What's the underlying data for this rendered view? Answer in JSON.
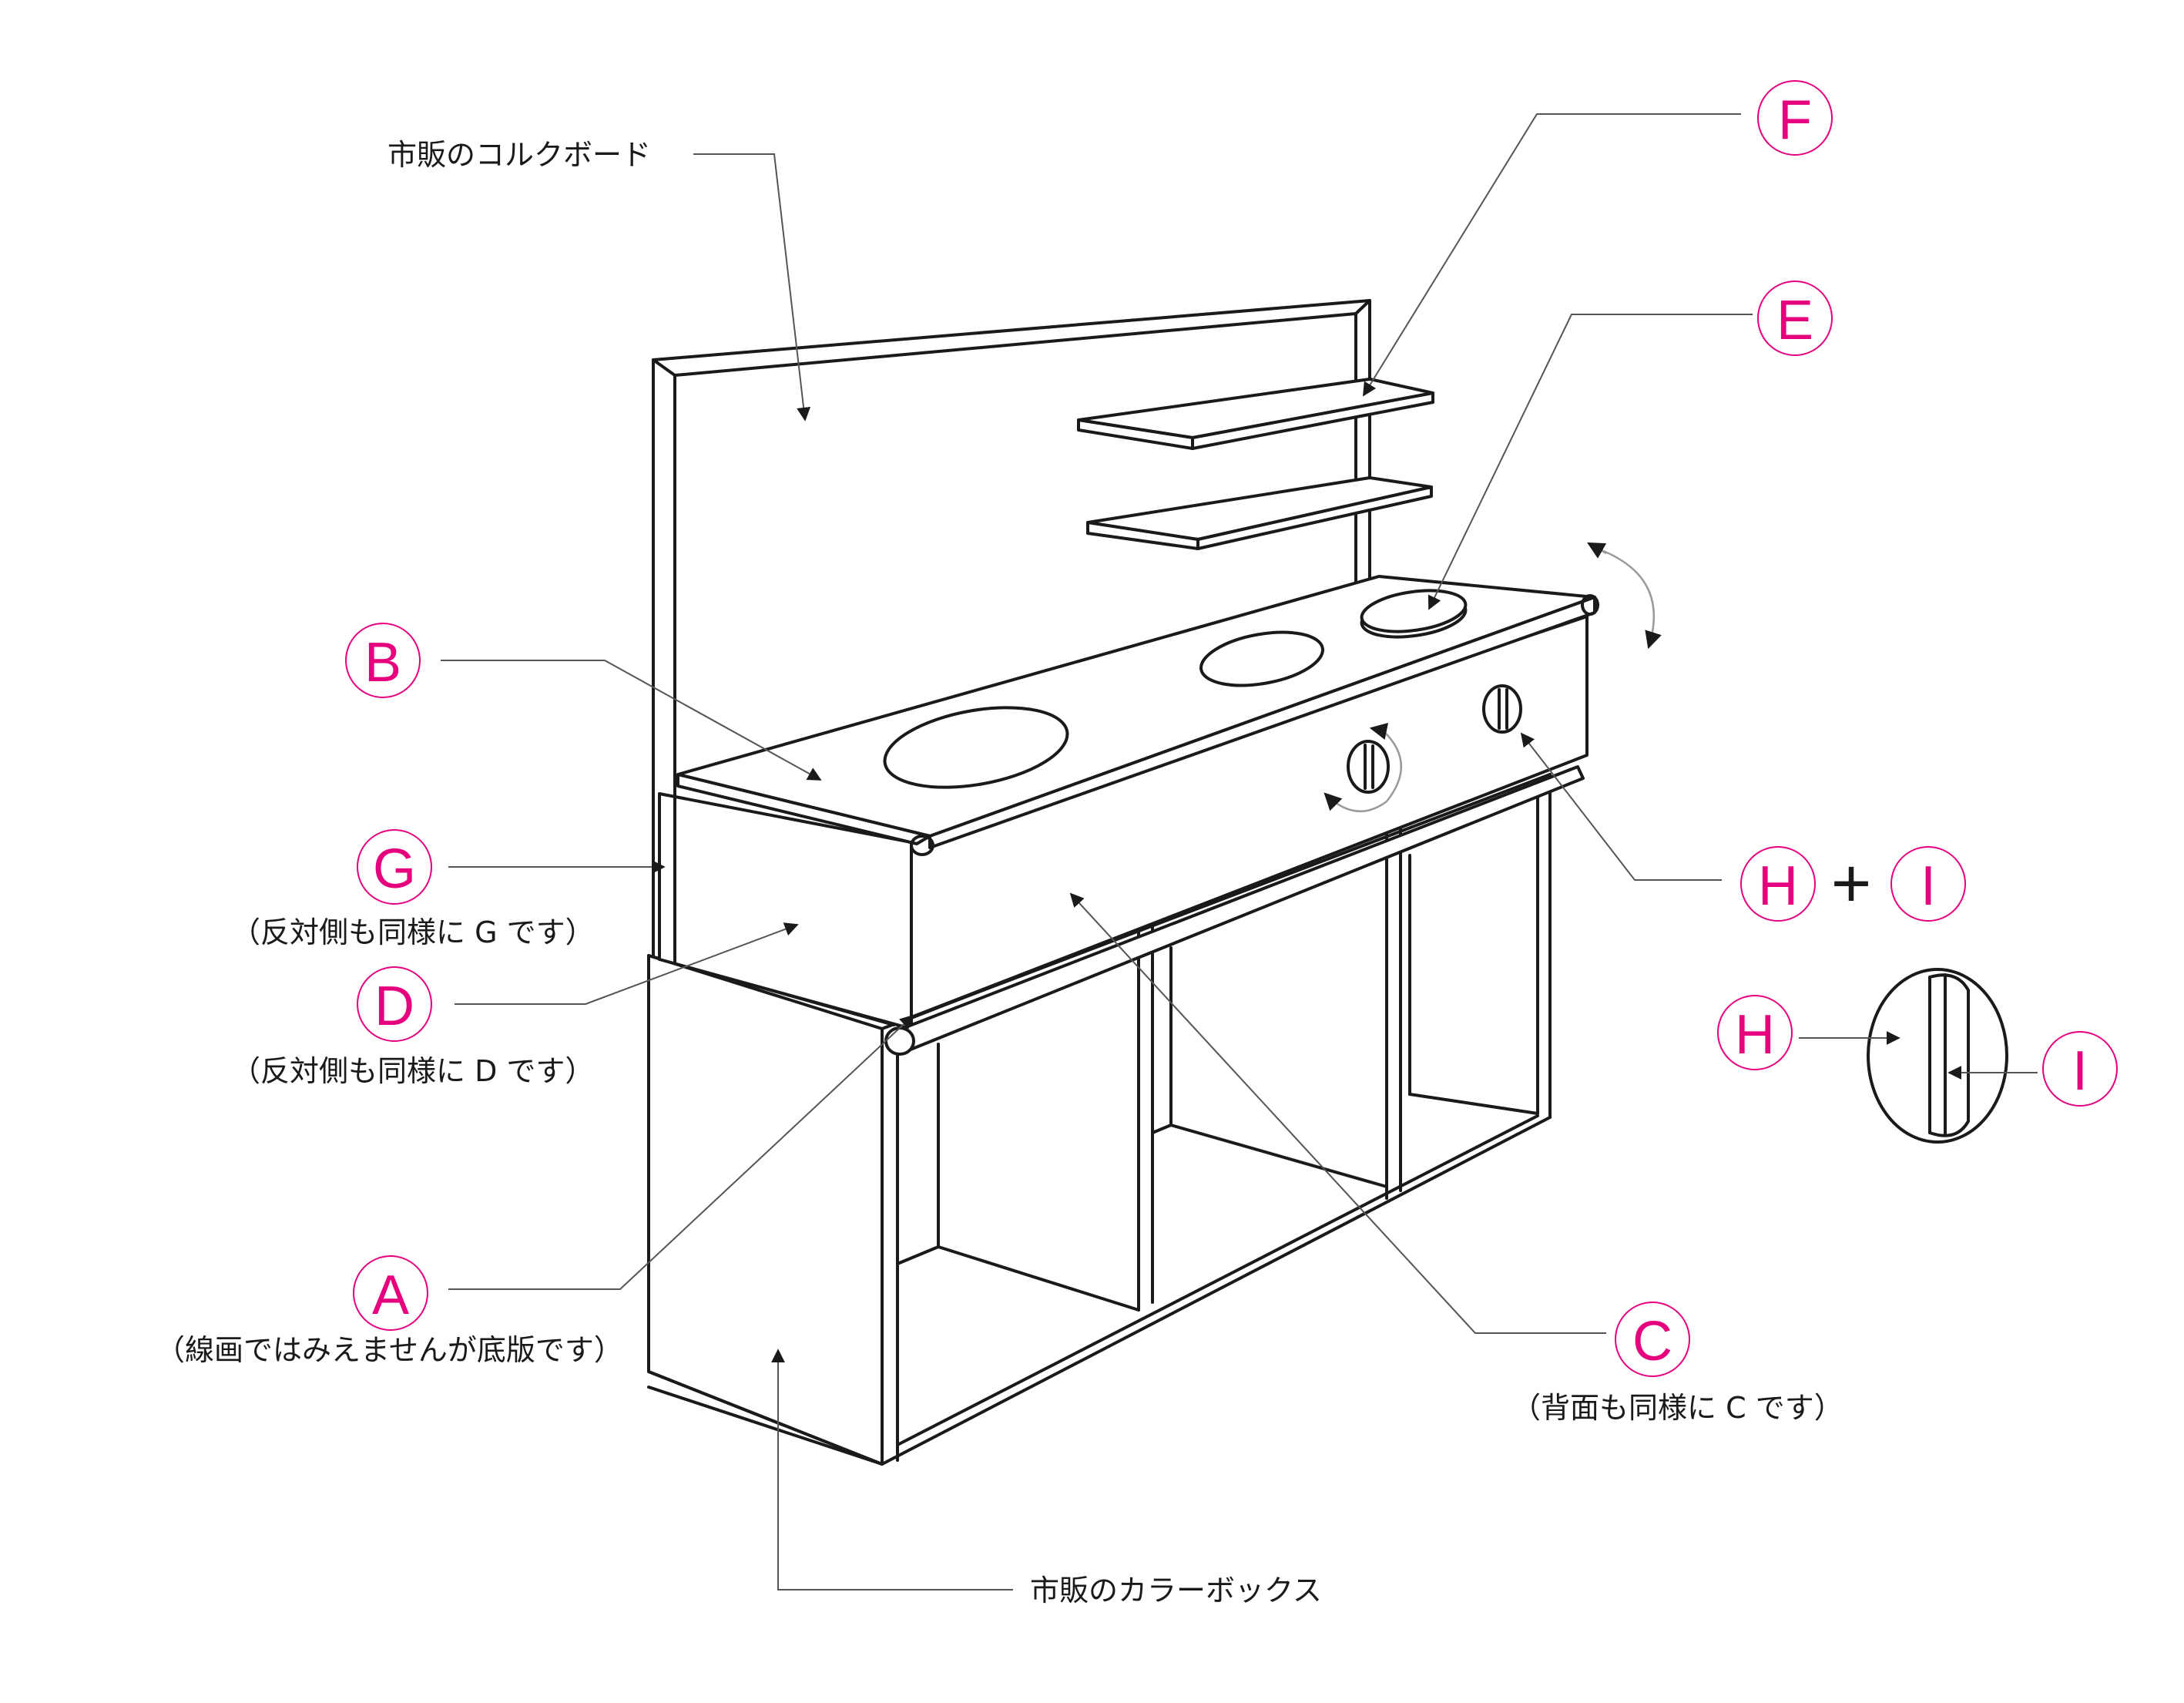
{
  "labels": {
    "cork_board": "市販のコルクボード",
    "color_box": "市販のカラーボックス",
    "note_g": "（反対側も同様に G です）",
    "note_d": "（反対側も同様に D です）",
    "note_a": "（線画ではみえませんが底版です）",
    "note_c": "（背面も同様に C です）"
  },
  "parts": {
    "a": "A",
    "b": "B",
    "c": "C",
    "d": "D",
    "e": "E",
    "f": "F",
    "g": "G",
    "h": "H",
    "i": "I",
    "h_detail": "H",
    "i_detail": "I",
    "plus": "+"
  },
  "colors": {
    "accent": "#e6007e",
    "line": "#1a1a1a"
  }
}
